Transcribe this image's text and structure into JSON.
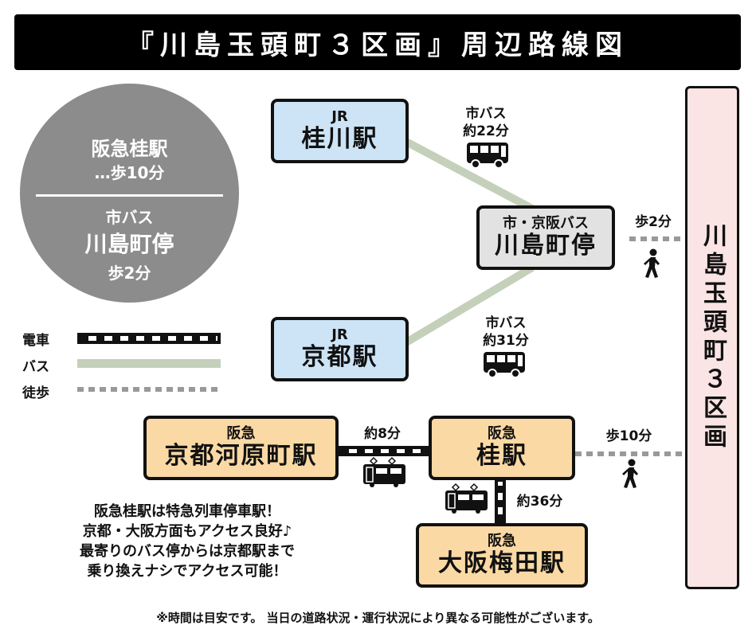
{
  "title": "『川島玉頭町３区画』周辺路線図",
  "circle": {
    "station_line1": "阪急桂駅",
    "station_line2": "…歩10分",
    "bus_line1": "市バス",
    "bus_line2": "川島町停",
    "bus_line3": "歩2分"
  },
  "legend": [
    {
      "label": "電車"
    },
    {
      "label": "バス"
    },
    {
      "label": "徒歩"
    }
  ],
  "stations": {
    "jr_katsuragawa": {
      "operator": "JR",
      "name": "桂川駅"
    },
    "jr_kyoto": {
      "operator": "JR",
      "name": "京都駅"
    },
    "bus_kawashima": {
      "operator": "市・京阪バス",
      "name": "川島町停"
    },
    "hankyu_kawaramachi": {
      "operator": "阪急",
      "name": "京都河原町駅"
    },
    "hankyu_katsura": {
      "operator": "阪急",
      "name": "桂駅"
    },
    "hankyu_umeda": {
      "operator": "阪急",
      "name": "大阪梅田駅"
    }
  },
  "routes": {
    "bus_katsuragawa": {
      "mode": "市バス",
      "time": "約22分"
    },
    "bus_kyoto": {
      "mode": "市バス",
      "time": "約31分"
    },
    "walk_bus": "歩2分",
    "walk_katsura": "歩10分",
    "train_kawaramachi": "約8分",
    "train_umeda": "約36分"
  },
  "destination": "川島玉頭町３区画",
  "note": [
    "阪急桂駅は特急列車停車駅！",
    "京都・大阪方面もアクセス良好♪",
    "最寄りのバス停からは京都駅まで",
    "乗り換えナシでアクセス可能！"
  ],
  "footer": "※時間は目安です。 当日の道路状況・運行状況により異なる可能性がございます。",
  "colors": {
    "bus_line": "#c5d0bb",
    "walk": "#999999",
    "station_jr": "#cce4f6",
    "station_hankyu": "#fbd9a4",
    "destination": "#fbe4e4"
  }
}
